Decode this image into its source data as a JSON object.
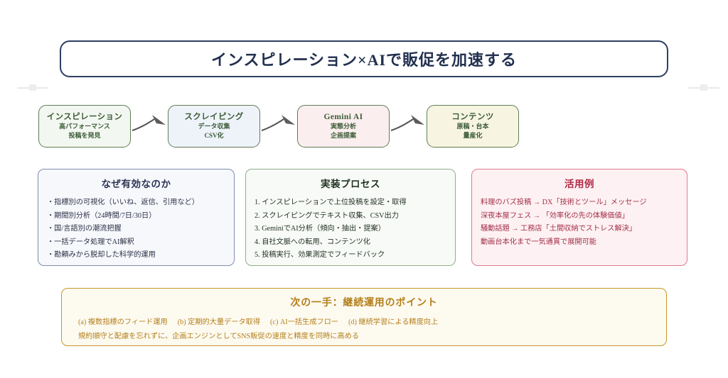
{
  "title": {
    "text": "インスピレーション×AIで販促を加速する"
  },
  "flow": {
    "steps": [
      {
        "name": "インスピレーション",
        "lines": [
          "高パフォーマンス",
          "投稿を発見"
        ]
      },
      {
        "name": "スクレイピング",
        "lines": [
          "データ収集",
          "CSV化"
        ]
      },
      {
        "name": "Gemini AI",
        "lines": [
          "実態分析",
          "企画提案"
        ]
      },
      {
        "name": "コンテンツ",
        "lines": [
          "原稿・台本",
          "量産化"
        ]
      }
    ],
    "arrow_icon": "curved-arrow-right-icon"
  },
  "panels": [
    {
      "heading": "なぜ有効なのか",
      "rows": [
        "・指標別の可視化（いいね、返信、引用など）",
        "・期間別分析（24時間/7日/30日）",
        "・国/言語別の潮流把握",
        "・一括データ処理でAI解釈",
        "・勘頼みから脱却した科学的運用"
      ]
    },
    {
      "heading": "実装プロセス",
      "rows": [
        "1. インスピレーションで上位投稿を設定・取得",
        "2. スクレイピングでテキスト収集、CSV出力",
        "3. GeminiでAI分析（傾向・抽出・提案）",
        "4. 自社文脈への転用、コンテンツ化",
        "5. 投稿実行、効果測定でフィードバック"
      ]
    },
    {
      "heading": "活用例",
      "rows": [
        "料理のバズ投稿 → DX「技術とツール」メッセージ",
        "深夜本屋フェス → 「効率化の先の体験価値」",
        "騒動話題 → 工務店「土間収納でストレス解決」",
        "動画台本化まで一気通貫で展開可能"
      ]
    }
  ],
  "next": {
    "heading": "次の一手：継続運用のポイント",
    "items": [
      "(a) 複数指標のフィード運用",
      "(b) 定期的大量データ取得",
      "(c) AI一括生成フロー",
      "(d) 継続学習による精度向上"
    ],
    "note": "規約順守と配慮を忘れずに、企画エンジンとしてSNS販促の速度と精度を同時に高める"
  },
  "colors": {
    "title_border": "#2f3f63",
    "step_border": "#5f7c55",
    "panel_why_border": "#7f8cab",
    "panel_proc_border": "#8fae8c",
    "panel_use_border": "#e1798f",
    "next_border": "#c9962a"
  }
}
